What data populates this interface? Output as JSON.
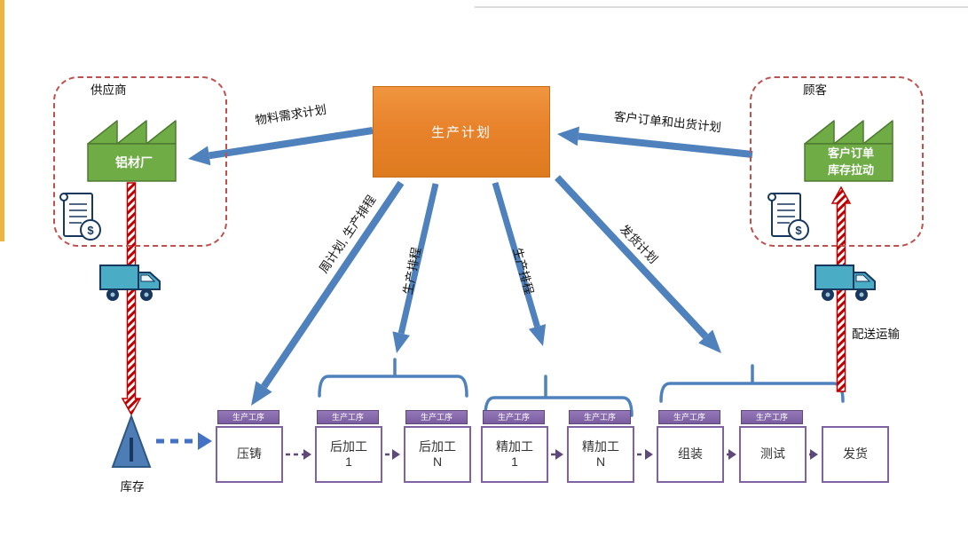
{
  "plan": {
    "label": "生产计划"
  },
  "supplier": {
    "label": "供应商",
    "factory": "铝材厂"
  },
  "customer": {
    "label": "顾客",
    "factory_line1": "客户订单",
    "factory_line2": "库存拉动"
  },
  "flows": {
    "material_plan": "物料需求计划",
    "order_ship_plan": "客户订单和出货计划",
    "weekly_plan": "周计划, 生产排程",
    "schedule_left": "生产排程",
    "schedule_right": "生产排程",
    "ship_plan": "发货计划",
    "transport": "配送运输",
    "inventory": "库存"
  },
  "process_tag": "生产工序",
  "processes": [
    {
      "line1": "压铸",
      "line2": ""
    },
    {
      "line1": "后加工",
      "line2": "1"
    },
    {
      "line1": "后加工",
      "line2": "N"
    },
    {
      "line1": "精加工",
      "line2": "1"
    },
    {
      "line1": "精加工",
      "line2": "N"
    },
    {
      "line1": "组装",
      "line2": ""
    },
    {
      "line1": "测试",
      "line2": ""
    },
    {
      "line1": "发货",
      "line2": ""
    }
  ],
  "icons": {
    "dollar": "$"
  }
}
